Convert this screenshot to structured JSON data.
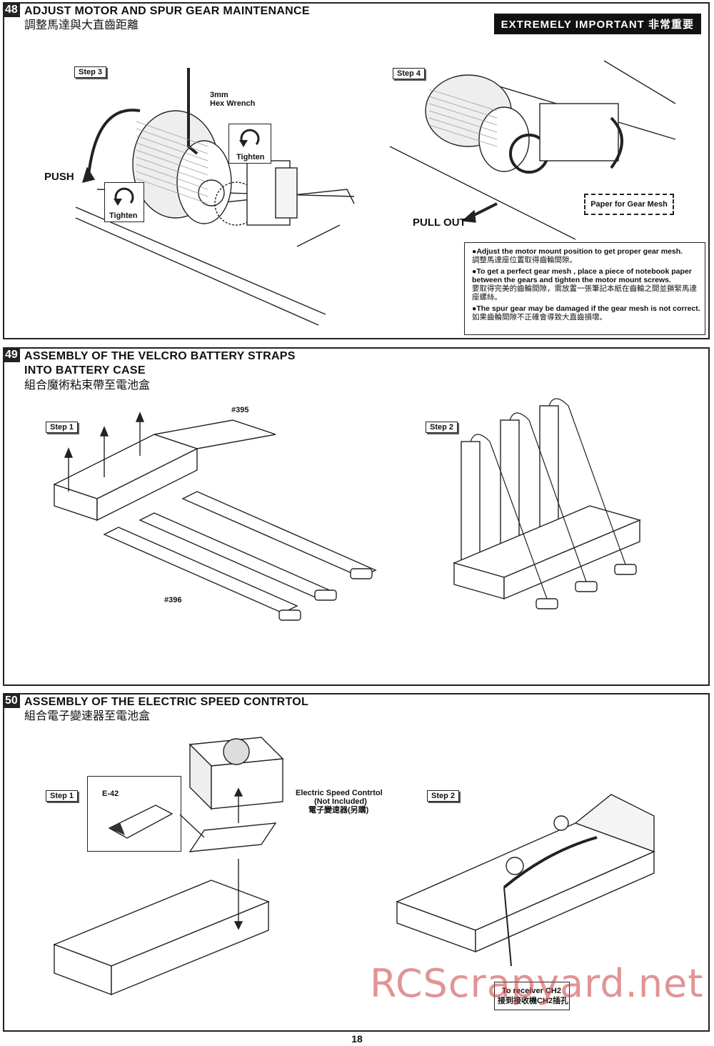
{
  "s48": {
    "number": "48",
    "title": "ADJUST MOTOR AND SPUR GEAR MAINTENANCE",
    "subtitle": "調整馬達與大直齒距離",
    "important": "EXTREMELY IMPORTANT 非常重要",
    "step_a": "Step 3",
    "step_b": "Step 4",
    "hex": "3mm\nHex Wrench",
    "tighten": "Tighten",
    "push": "PUSH",
    "pull_out": "PULL OUT",
    "paper": "Paper for Gear Mesh",
    "notes": [
      {
        "en": "●Adjust the motor mount position to get proper gear mesh.",
        "zh": "調整馬達座位置取得齒輪間隙。"
      },
      {
        "en": "●To get a perfect gear mesh , place a piece of notebook paper between the gears and tighten the motor mount screws.",
        "zh": "要取得完美的齒輪間隙，需放置一張筆記本紙在齒輪之間並鎖緊馬達座螺絲。"
      },
      {
        "en": "●The spur gear may be damaged if the gear mesh is not correct.",
        "zh": "如果齒輪間隙不正確會導致大直齒損壞。"
      }
    ]
  },
  "s49": {
    "number": "49",
    "title_line1": "ASSEMBLY OF THE VELCRO BATTERY STRAPS",
    "title_line2": "INTO BATTERY CASE",
    "subtitle": "組合魔術粘束帶至電池盒",
    "step_a": "Step 1",
    "step_b": "Step 2",
    "part_a": "#395",
    "part_b": "#396"
  },
  "s50": {
    "number": "50",
    "title": "ASSEMBLY OF THE ELECTRIC SPEED CONTRTOL",
    "subtitle": "組合電子變速器至電池盒",
    "step_a": "Step 1",
    "step_b": "Step 2",
    "part": "E-42",
    "esc_line1": "Electric Speed Contrtol",
    "esc_line2": "(Not Included)",
    "esc_line3": "電子變速器(另購)",
    "receiver_line1": "To receiver CH2",
    "receiver_line2": "接到接收機CH2插孔"
  },
  "page_number": "18",
  "watermark": "RCScrapyard.net"
}
